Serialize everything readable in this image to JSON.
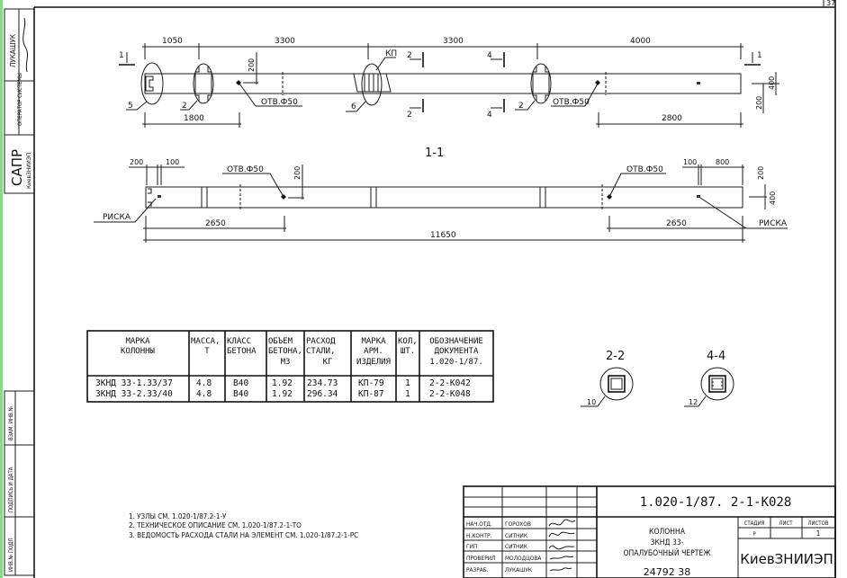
{
  "sheet_number": "37",
  "stamps": {
    "author": "ЛУКАШУК",
    "operator": "ОПЕРАТОР СИСТЕМЫ",
    "sapr": "САПР",
    "sapr_org": "КиевЗНИИЭП",
    "inv_podl": "ИНВ.№ ПОДЛ",
    "podpis_data": "ПОДПИСЬ И ДАТА",
    "vzam_inv": "ВЗАМ. ИНВ.№"
  },
  "plan_view": {
    "dims_top": [
      "1050",
      "3300",
      "3300",
      "4000"
    ],
    "dim_1800": "1800",
    "dim_2800": "2800",
    "dim_200_top": "200",
    "dim_400": "400",
    "dim_200_side": "200",
    "hole_label": "ОТВ.Ф50",
    "kp_label": "КП",
    "callouts": [
      "5",
      "2",
      "6",
      "2"
    ],
    "section_marks": {
      "s1": "1",
      "s2": "2",
      "s4": "4"
    }
  },
  "section_1_1": {
    "title": "1-1",
    "dim_200": "200",
    "dim_100_left": "100",
    "dim_100_right": "100",
    "dim_800": "800",
    "dim_200_vert": "200",
    "dim_200_right": "200",
    "dim_400_right": "400",
    "hole_label": "ОТВ.Ф50",
    "riska_label": "РИСКА",
    "dim_2650": "2650",
    "dim_total": "11650"
  },
  "spec_table": {
    "headers": [
      [
        "МАРКА",
        "КОЛОННЫ"
      ],
      [
        "МАССА,",
        "Т"
      ],
      [
        "КЛАСС",
        "БЕТОНА"
      ],
      [
        "ОБЪЕМ",
        "БЕТОНА,",
        "М3"
      ],
      [
        "РАСХОД",
        "СТАЛИ,",
        "КГ"
      ],
      [
        "МАРКА",
        "АРМ.",
        "ИЗДЕЛИЯ"
      ],
      [
        "КОЛ,",
        "ШТ."
      ],
      [
        "ОБОЗНАЧЕНИЕ",
        "ДОКУМЕНТА",
        "1.020-1/87."
      ]
    ],
    "rows": [
      [
        "3КНД 33-1.33/37",
        "4.8",
        "В40",
        "1.92",
        "234.73",
        "КП-79",
        "1",
        "2-2-К042"
      ],
      [
        "3КНД 33-2.33/40",
        "4.8",
        "В40",
        "1.92",
        "296.34",
        "КП-87",
        "1",
        "2-2-К048"
      ]
    ]
  },
  "sections": {
    "s22": {
      "title": "2-2",
      "callout": "10"
    },
    "s44": {
      "title": "4-4",
      "callout": "12"
    }
  },
  "notes": [
    "1. УЗЛЫ СМ. 1.020-1/87.2-1-У",
    "2. ТЕХНИЧЕСКОЕ ОПИСАНИЕ СМ. 1.020-1/87.2-1-ТО",
    "3. ВЕДОМОСТЬ РАСХОДА СТАЛИ НА ЭЛЕМЕНТ СМ. 1.020-1/87.2-1-РС"
  ],
  "title_block": {
    "doc_code": "1.020-1/87. 2-1-К028",
    "signers": [
      {
        "role": "НАЧ.ОТД.",
        "name": "ГОРОХОВ"
      },
      {
        "role": "Н.КОНТР.",
        "name": "СИТНИК"
      },
      {
        "role": "ГИП",
        "name": "СИТНИК"
      },
      {
        "role": "ПРОВЕРИЛ",
        "name": "МОЛОДЦОВА"
      },
      {
        "role": "РАЗРАБ.",
        "name": "ЛУКАШУК"
      }
    ],
    "title_lines": [
      "КОЛОННА",
      "3КНД 33-",
      "ОПАЛУБОЧНЫЙ ЧЕРТЕЖ"
    ],
    "stage_label": "СТАДИЯ",
    "sheet_label": "ЛИСТ",
    "sheets_label": "ЛИСТОВ",
    "stage_value": "Р",
    "sheet_value": "",
    "sheets_value": "1",
    "organization": "КиевЗНИИЭП"
  },
  "archive_number": "24792  38"
}
